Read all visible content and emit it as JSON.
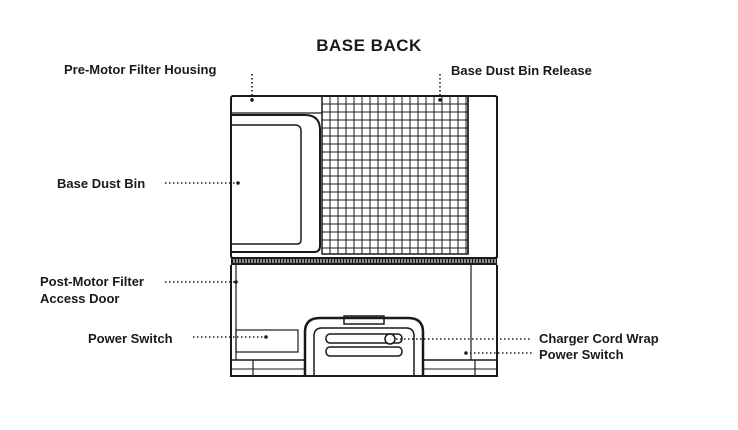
{
  "diagram": {
    "title": "BASE BACK",
    "labels": {
      "pre_motor_filter_housing": "Pre-Motor Filter Housing",
      "base_dust_bin_release": "Base Dust Bin Release",
      "base_dust_bin": "Base Dust Bin",
      "post_motor_filter_line1": "Post-Motor Filter",
      "post_motor_filter_line2": "Access Door",
      "power_switch_left": "Power Switch",
      "charger_cord_wrap": "Charger Cord Wrap",
      "power_switch_right": "Power Switch"
    }
  }
}
